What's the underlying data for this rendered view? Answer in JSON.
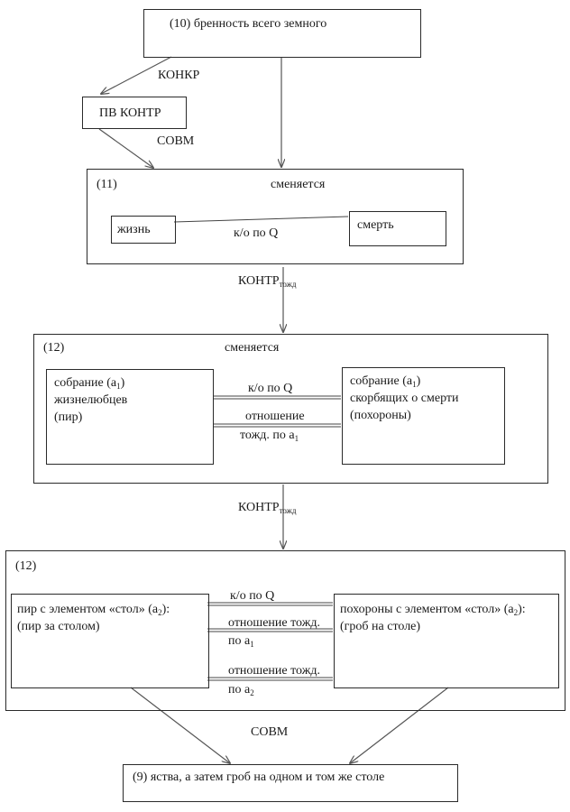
{
  "b10": {
    "label": "(10) бренность всего земного"
  },
  "edge_konkr": "КОНКР",
  "pv": {
    "label": "ПВ КОНТР"
  },
  "edge_sovm_top": "СОВМ",
  "b11": {
    "number": "(11)",
    "title": "сменяется",
    "left": "жизнь",
    "right": "смерть",
    "link": "к/о по Q"
  },
  "edge_kontr1": {
    "main": "КОНТР",
    "sub": "тожд"
  },
  "b12a": {
    "number": "(12)",
    "title": "сменяется",
    "left": {
      "l1_pre": "собрание (а",
      "l1_sub": "1",
      "l1_post": ")",
      "l2": "жизнелюбцев",
      "l3": "(пир)"
    },
    "right": {
      "l1_pre": "собрание (а",
      "l1_sub": "1",
      "l1_post": ")",
      "l2": "скорбящих о смерти",
      "l3": " (похороны)"
    },
    "link1": "к/о по Q",
    "link2_l1": "отношение",
    "link2_l2_pre": "тожд. по а",
    "link2_l2_sub": "1"
  },
  "edge_kontr2": {
    "main": "КОНТР",
    "sub": "тожд"
  },
  "b12b": {
    "number": "(12)",
    "left": {
      "l1_pre": "пир с элементом «стол» (а",
      "l1_sub": "2",
      "l1_post": "):",
      "l2": "(пир за столом)"
    },
    "right": {
      "l1_pre": "похороны с элементом «стол» (а",
      "l1_sub": "2",
      "l1_post": "):",
      "l2": "(гроб на столе)"
    },
    "link1": "к/о по Q",
    "link2_l1": "отношение тожд.",
    "link2_l2_pre": "по а",
    "link2_l2_sub": "1",
    "link3_l1": "отношение тожд.",
    "link3_l2_pre": "по а",
    "link3_l2_sub": "2"
  },
  "edge_sovm_bottom": "СОВМ",
  "b9": {
    "label": "(9) яства, а затем гроб на одном и том же столе"
  }
}
